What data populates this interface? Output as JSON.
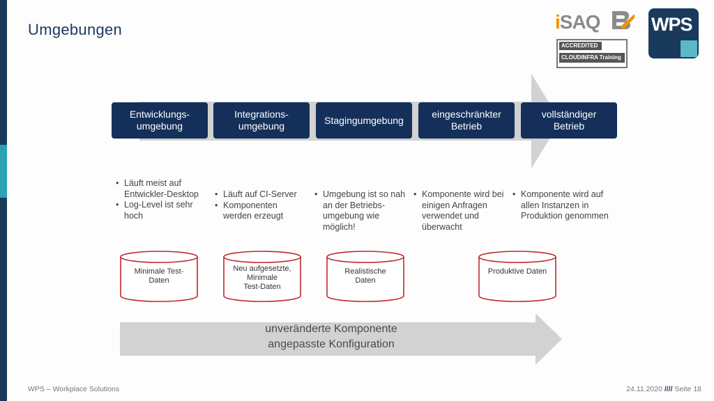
{
  "slide": {
    "title": "Umgebungen",
    "logos": {
      "isaqb_i": "i",
      "isaqb_saqb": "SAQ",
      "isaqb_accredited": "ACCREDITED",
      "isaqb_training": "CLOUDINFRA Training",
      "wps": "WPS"
    },
    "stages": [
      {
        "label": "Entwicklungs-\numgebung"
      },
      {
        "label": "Integrations-\numgebung"
      },
      {
        "label": "Stagingumgebung"
      },
      {
        "label": "eingeschränkter\nBetrieb"
      },
      {
        "label": "vollständiger\nBetrieb"
      }
    ],
    "bullets": [
      {
        "items": [
          "Läuft meist auf Entwickler-Desktop",
          "Log-Level ist sehr hoch"
        ]
      },
      {
        "items": [
          "Läuft auf CI-Server",
          "Komponenten werden erzeugt"
        ]
      },
      {
        "items": [
          "Umgebung ist so nah an der Betriebs-umgebung wie möglich!"
        ]
      },
      {
        "items": [
          "Komponente wird bei einigen Anfragen verwendet und überwacht"
        ]
      },
      {
        "items": [
          "Komponente wird auf allen Instanzen in Produktion genommen"
        ]
      }
    ],
    "databases": [
      {
        "label": "Minimale Test-\nDaten"
      },
      {
        "label": "Neu aufgesetzte,\nMinimale\nTest-Daten"
      },
      {
        "label": "Realistische\nDaten"
      },
      {
        "label": "Produktive Daten"
      }
    ],
    "bottom_arrow_text": "unveränderte Komponente\nangepasste Konfiguration",
    "footer": {
      "left": "WPS – Workplace Solutions",
      "date": "24.11.2020",
      "separator": "////",
      "page": "Seite 18"
    },
    "colors": {
      "navy": "#14305a",
      "teal": "#29a3b5",
      "arrow_gray": "#d2d2d2",
      "db_red": "#c0282d",
      "isaqb_orange": "#f39200"
    }
  }
}
